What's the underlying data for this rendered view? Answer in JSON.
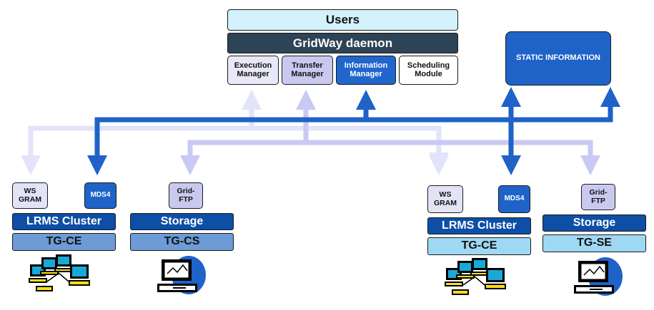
{
  "header": {
    "users": "Users",
    "daemon": "GridWay daemon",
    "modules": [
      {
        "line1": "Execution",
        "line2": "Manager"
      },
      {
        "line1": "Transfer",
        "line2": "Manager"
      },
      {
        "line1": "Information",
        "line2": "Manager"
      },
      {
        "line1": "Scheduling",
        "line2": "Module"
      }
    ]
  },
  "static_information": "STATIC INFORMATION",
  "sites": [
    {
      "svc1_line1": "WS",
      "svc1_line2": "GRAM",
      "svc2": "MDS4",
      "resource": "LRMS Cluster",
      "label": "TG-CE"
    },
    {
      "svc1_line1": "Grid-",
      "svc1_line2": "FTP",
      "resource": "Storage",
      "label": "TG-CS"
    },
    {
      "svc1_line1": "WS",
      "svc1_line2": "GRAM",
      "svc2": "MDS4",
      "resource": "LRMS Cluster",
      "label": "TG-CE"
    },
    {
      "svc1_line1": "Grid-",
      "svc1_line2": "FTP",
      "resource": "Storage",
      "label": "TG-SE"
    }
  ],
  "colors": {
    "execution_flow": "#e3e3fa",
    "transfer_flow": "#c9c9f3",
    "information_flow": "#1f63c9"
  },
  "icons": [
    "computer-cluster-icon",
    "storage-computer-icon"
  ]
}
